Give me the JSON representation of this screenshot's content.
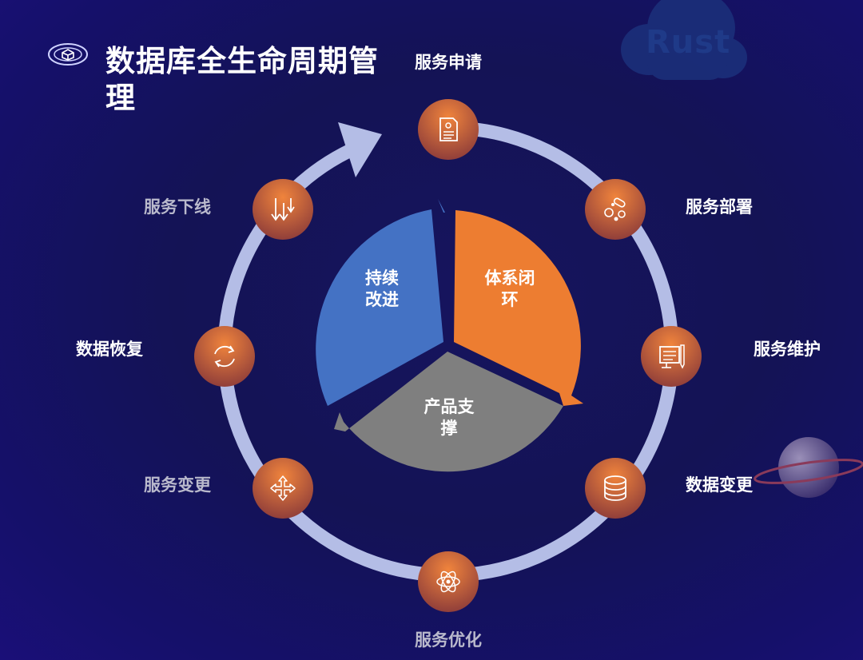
{
  "header": {
    "title": "数据库全生命周期管理",
    "logo_icon": "cube-icon",
    "cloud_text": "Rust"
  },
  "cycle": {
    "steps": [
      {
        "label": "服务申请",
        "icon": "document-icon"
      },
      {
        "label": "服务部署",
        "icon": "pills-icon"
      },
      {
        "label": "服务维护",
        "icon": "blueprint-icon"
      },
      {
        "label": "数据变更",
        "icon": "database-icon"
      },
      {
        "label": "服务优化",
        "icon": "atom-icon"
      },
      {
        "label": "服务变更",
        "icon": "move-arrows-icon"
      },
      {
        "label": "数据恢复",
        "icon": "refresh-icon"
      },
      {
        "label": "服务下线",
        "icon": "down-arrows-icon"
      }
    ]
  },
  "center": {
    "segments": [
      {
        "label": "持续\n改进",
        "color": "#4472c4"
      },
      {
        "label": "体系闭\n环",
        "color": "#ed7d31"
      },
      {
        "label": "产品支\n撑",
        "color": "#7f7f7f"
      }
    ]
  },
  "colors": {
    "ring": "#b4bde6",
    "node_gradient_top": "#f0843c",
    "node_gradient_bottom": "#8a3a3a"
  }
}
